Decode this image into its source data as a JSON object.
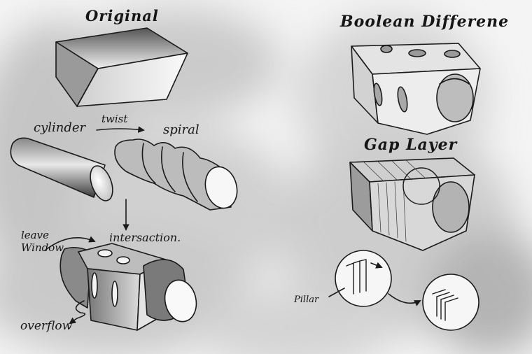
{
  "labels": {
    "original": "Original",
    "boolean_difference": "Boolean Differene",
    "gap_layer": "Gap Layer",
    "cylinder": "cylinder",
    "twist": "twist",
    "spiral": "spiral",
    "intersection": "intersaction.",
    "leave": "leave",
    "window": "Window",
    "overflow": "overflow",
    "pillar": "Pillar"
  },
  "colors": {
    "ink": "#1a1a1a",
    "paper": "#f3f3f3",
    "wash": "#b8b8b8"
  }
}
